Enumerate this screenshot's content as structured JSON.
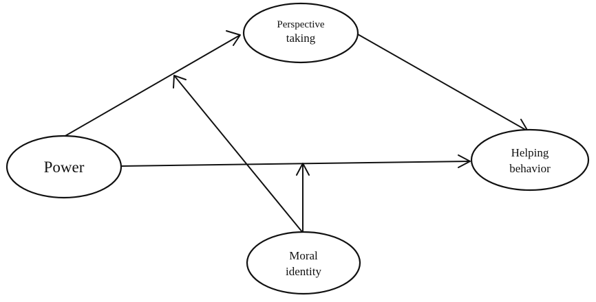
{
  "nodes": {
    "power": {
      "lines": [
        "Power"
      ]
    },
    "perspective_taking": {
      "lines": [
        "Perspective",
        "taking"
      ]
    },
    "helping_behavior": {
      "lines": [
        "Helping",
        "behavior"
      ]
    },
    "moral_identity": {
      "lines": [
        "Moral",
        "identity"
      ]
    }
  },
  "edges": [
    {
      "from": "power",
      "to": "perspective_taking"
    },
    {
      "from": "perspective_taking",
      "to": "helping_behavior"
    },
    {
      "from": "power",
      "to": "helping_behavior"
    },
    {
      "from": "moral_identity",
      "to": "power->perspective_taking"
    },
    {
      "from": "moral_identity",
      "to": "power->helping_behavior"
    }
  ],
  "colors": {
    "stroke": "#111111",
    "fill": "#ffffff",
    "background": "#ffffff"
  }
}
